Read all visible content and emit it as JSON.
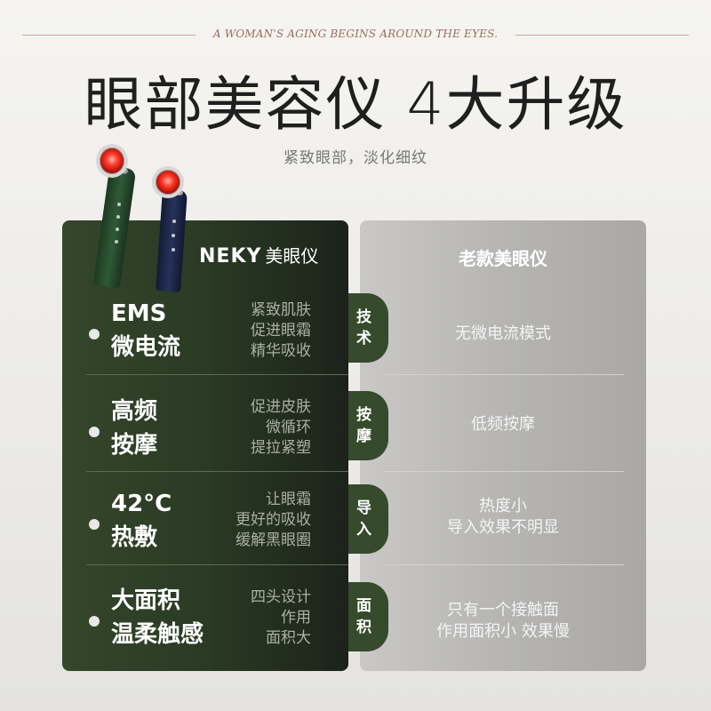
{
  "tagline": "A WOMAN'S AGING BEGINS AROUND THE EYES.",
  "headline": "眼部美容仪  4大升级",
  "subline": "紧致眼部，淡化细纹",
  "new_panel": {
    "brand_logo": "NEKY",
    "brand_name": "美眼仪",
    "rows": [
      {
        "feature": [
          "EMS",
          "微电流"
        ],
        "desc": [
          "紧致肌肤",
          "促进眼霜",
          "精华吸收"
        ]
      },
      {
        "feature": [
          "高频",
          "按摩"
        ],
        "desc": [
          "促进皮肤",
          "微循环",
          "提拉紧塑"
        ]
      },
      {
        "feature": [
          "42°C",
          "热敷"
        ],
        "desc": [
          "让眼霜",
          "更好的吸收",
          "缓解黑眼圈"
        ]
      },
      {
        "feature": [
          "大面积",
          "温柔触感"
        ],
        "desc": [
          "四头设计",
          "作用",
          "面积大"
        ]
      }
    ]
  },
  "tabs": [
    [
      "技",
      "术"
    ],
    [
      "按",
      "摩"
    ],
    [
      "导",
      "入"
    ],
    [
      "面",
      "积"
    ]
  ],
  "old_panel": {
    "title": "老款美眼仪",
    "rows": [
      [
        "无微电流模式"
      ],
      [
        "低频按摩"
      ],
      [
        "热度小",
        "导入效果不明显"
      ],
      [
        "只有一个接触面",
        "作用面积小 效果慢"
      ]
    ]
  },
  "colors": {
    "new_panel": "#2e3f28",
    "tab": "#364a2c",
    "old_panel": "#b8b7b5",
    "tagline": "#9c6b5a"
  }
}
